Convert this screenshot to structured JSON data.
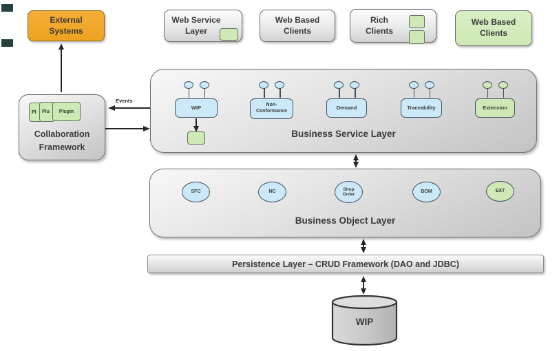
{
  "colors": {
    "orange": "#EDA21F",
    "gray_box_dark": "#D2D2D2",
    "layer_dark": "#C3C3C3",
    "green": "#CFE8B5",
    "blue": "#CBE9F8",
    "border_gray": "#6E6E6E",
    "text": "#3A3A3A"
  },
  "top_row": {
    "external_systems": "External Systems",
    "web_service_layer": "Web Service Layer",
    "web_based_clients_gray": "Web Based Clients",
    "rich_clients": "Rich Clients",
    "web_based_clients_green": "Web Based Clients"
  },
  "collaboration": {
    "label": "Collaboration Framework",
    "plugins": [
      "Pl",
      "Plu",
      "Plugin"
    ],
    "events_label": "Events"
  },
  "business_service_layer": {
    "label": "Business Service Layer",
    "components": [
      {
        "name": "WIP",
        "color": "blue"
      },
      {
        "name": "Non-Conformance",
        "color": "blue"
      },
      {
        "name": "Demand",
        "color": "blue"
      },
      {
        "name": "Traceability",
        "color": "blue"
      },
      {
        "name": "Extension",
        "color": "green"
      }
    ]
  },
  "business_object_layer": {
    "label": "Business Object Layer",
    "objects": [
      {
        "name": "SFC",
        "color": "blue"
      },
      {
        "name": "NC",
        "color": "blue"
      },
      {
        "name": "Shop Order",
        "color": "blue"
      },
      {
        "name": "BOM",
        "color": "blue"
      },
      {
        "name": "EXT",
        "color": "green"
      }
    ]
  },
  "persistence_layer": {
    "label": "Persistence Layer – CRUD Framework (DAO and JDBC)"
  },
  "database": {
    "label": "WIP"
  }
}
